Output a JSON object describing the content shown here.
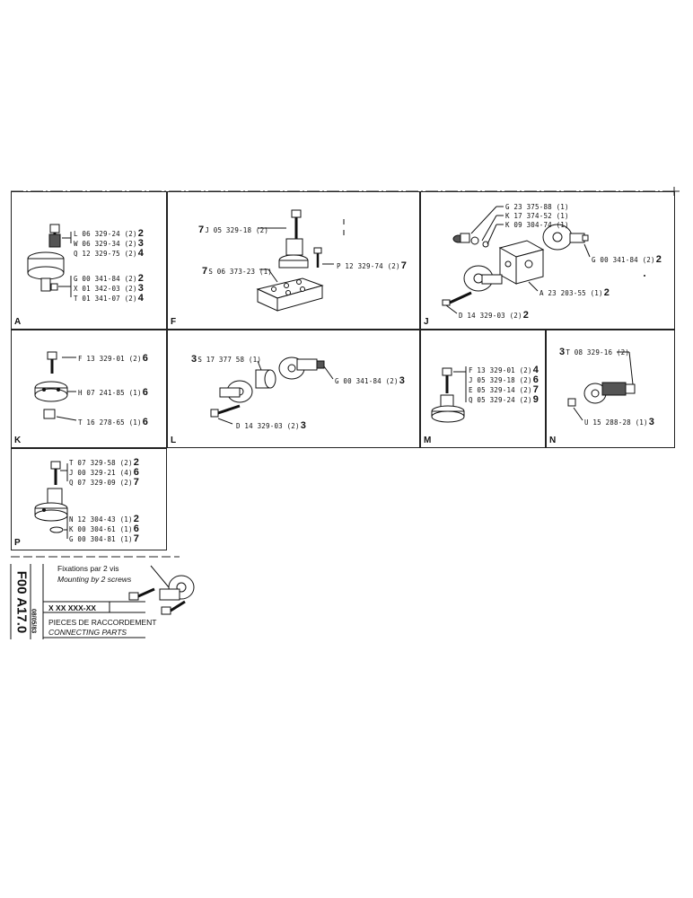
{
  "panels": {
    "A": {
      "label": "A",
      "parts_top": [
        {
          "ref": "L 06 329-24 (2)",
          "qty": "2"
        },
        {
          "ref": "W 06 329-34 (2)",
          "qty": "3"
        },
        {
          "ref": "Q 12 329-75 (2)",
          "qty": "4"
        }
      ],
      "parts_bottom": [
        {
          "ref": "G 00 341-84 (2)",
          "qty": "2"
        },
        {
          "ref": "X 01 342-03 (2)",
          "qty": "3"
        },
        {
          "ref": "T 01 341-07 (2)",
          "qty": "4"
        }
      ]
    },
    "F": {
      "label": "F",
      "parts": [
        {
          "prefix": "7",
          "ref": "J 05 329-18 (2)",
          "qty": ""
        },
        {
          "prefix": "7",
          "ref": "S 06 373-23 (1)",
          "qty": ""
        },
        {
          "prefix": "",
          "ref": "P 12 329-74 (2)",
          "qty": "7"
        }
      ]
    },
    "J": {
      "label": "J",
      "parts": [
        {
          "ref": "G 23 375-88 (1)",
          "qty": ""
        },
        {
          "ref": "K 17 374-52 (1)",
          "qty": ""
        },
        {
          "ref": "K 09 304-74 (1)",
          "qty": ""
        },
        {
          "ref": "G 00 341-84 (2)",
          "qty": "2"
        },
        {
          "ref": "A 23 203-55 (1)",
          "qty": "2"
        },
        {
          "ref": "D 14 329-03 (2)",
          "qty": "2"
        }
      ]
    },
    "K": {
      "label": "K",
      "parts": [
        {
          "ref": "F 13 329-01 (2)",
          "qty": "6"
        },
        {
          "ref": "H 07 241-85 (1)",
          "qty": "6"
        },
        {
          "ref": "T 16 278-65 (1)",
          "qty": "6"
        }
      ]
    },
    "L": {
      "label": "L",
      "parts": [
        {
          "prefix": "3",
          "ref": "S 17 377 58 (1)",
          "qty": ""
        },
        {
          "prefix": "",
          "ref": "G 00 341-84 (2)",
          "qty": "3"
        },
        {
          "prefix": "",
          "ref": "D 14 329-03 (2)",
          "qty": "3"
        }
      ]
    },
    "M": {
      "label": "M",
      "parts": [
        {
          "ref": "F 13 329-01 (2)",
          "qty": "4"
        },
        {
          "ref": "J 05 329-18 (2)",
          "qty": "6"
        },
        {
          "ref": "E 05 329-14 (2)",
          "qty": "7"
        },
        {
          "ref": "Q 05 329-24 (2)",
          "qty": "9"
        }
      ]
    },
    "N": {
      "label": "N",
      "parts": [
        {
          "prefix": "3",
          "ref": "T 08 329-16 (2)",
          "qty": ""
        },
        {
          "prefix": "",
          "ref": "U 15 288-28 (1)",
          "qty": "3"
        }
      ]
    },
    "P": {
      "label": "P",
      "parts_top": [
        {
          "ref": "T 07 329-58 (2)",
          "qty": "2"
        },
        {
          "ref": "J 00 329-21 (4)",
          "qty": "6"
        },
        {
          "ref": "Q 07 329-09 (2)",
          "qty": "7"
        }
      ],
      "parts_bottom": [
        {
          "ref": "N 12 304-43 (1)",
          "qty": "2"
        },
        {
          "ref": "K 00 304-61 (1)",
          "qty": "6"
        },
        {
          "ref": "G 00 304-81 (1)",
          "qty": "7"
        }
      ]
    }
  },
  "footer": {
    "code_vertical": "F00 A17.0",
    "date_vertical": "08/05/83",
    "part_number": "X XX XXX-XX",
    "title_fr": "PIECES DE RACCORDEMENT",
    "title_en": "CONNECTING PARTS",
    "note_fr": "Fixations par 2 vis",
    "note_en": "Mounting by 2 screws"
  }
}
